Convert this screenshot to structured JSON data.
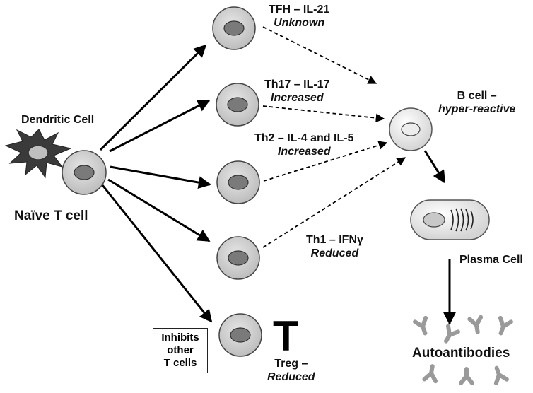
{
  "cells": {
    "dendritic": "Dendritic Cell",
    "naive": "Naïve T cell",
    "plasma": "Plasma Cell",
    "autoantibodies": "Autoantibodies"
  },
  "subsets": {
    "tfh": {
      "name": "TFH – IL-21",
      "status": "Unknown"
    },
    "th17": {
      "name": "Th17 – IL-17",
      "status": "Increased"
    },
    "th2": {
      "name": "Th2 – IL-4 and IL-5",
      "status": "Increased"
    },
    "th1": {
      "name": "Th1 – IFNγ",
      "status": "Reduced"
    },
    "treg": {
      "name": "Treg –",
      "status": "Reduced",
      "symbol": "T"
    }
  },
  "bcell": {
    "name": "B cell –",
    "status": "hyper-reactive"
  },
  "inhibit_box": [
    "Inhibits",
    "other",
    "T cells"
  ],
  "colors": {
    "cell_fill": "#d6d6d6",
    "nucleus_fill": "#7a7a7a",
    "dendritic_fill": "#3a3a3a",
    "antibody_fill": "#a0a0a0"
  }
}
